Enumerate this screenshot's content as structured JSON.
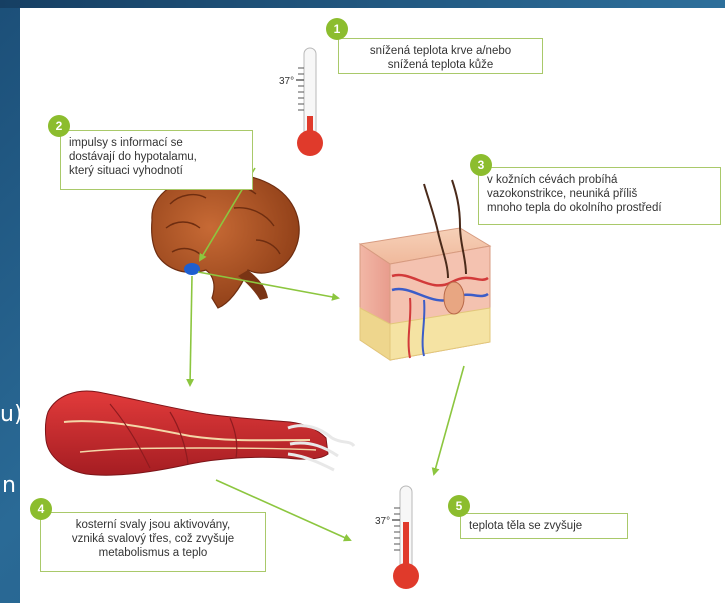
{
  "steps": [
    {
      "number": "1",
      "lines": [
        "snížená teplota krve a/nebo",
        "snížená teplota kůže"
      ]
    },
    {
      "number": "2",
      "lines": [
        "impulsy s informací se",
        "dostávají do hypotalamu,",
        "který situaci vyhodnotí"
      ]
    },
    {
      "number": "3",
      "lines": [
        "v kožních cévách probíhá",
        "vazokonstrikce, neuniká příliš",
        "mnoho tepla do okolního prostředí"
      ]
    },
    {
      "number": "4",
      "lines": [
        "kosterní svaly jsou aktivovány,",
        "vzniká svalový třes, což zvyšuje",
        "metabolismus a teplo"
      ]
    },
    {
      "number": "5",
      "lines": [
        "teplota těla se zvyšuje"
      ]
    }
  ],
  "thermometers": {
    "top": {
      "label": "37°"
    },
    "bottom": {
      "label": "37°"
    }
  },
  "background_fragments": [
    "u)",
    "n"
  ],
  "colors": {
    "accent_green": "#8cbd2e",
    "callout_border": "#a9c96a",
    "arrow_green": "#8cc63f",
    "thermo_red": "#e03a2b",
    "background_blue": "#1f5a86"
  }
}
